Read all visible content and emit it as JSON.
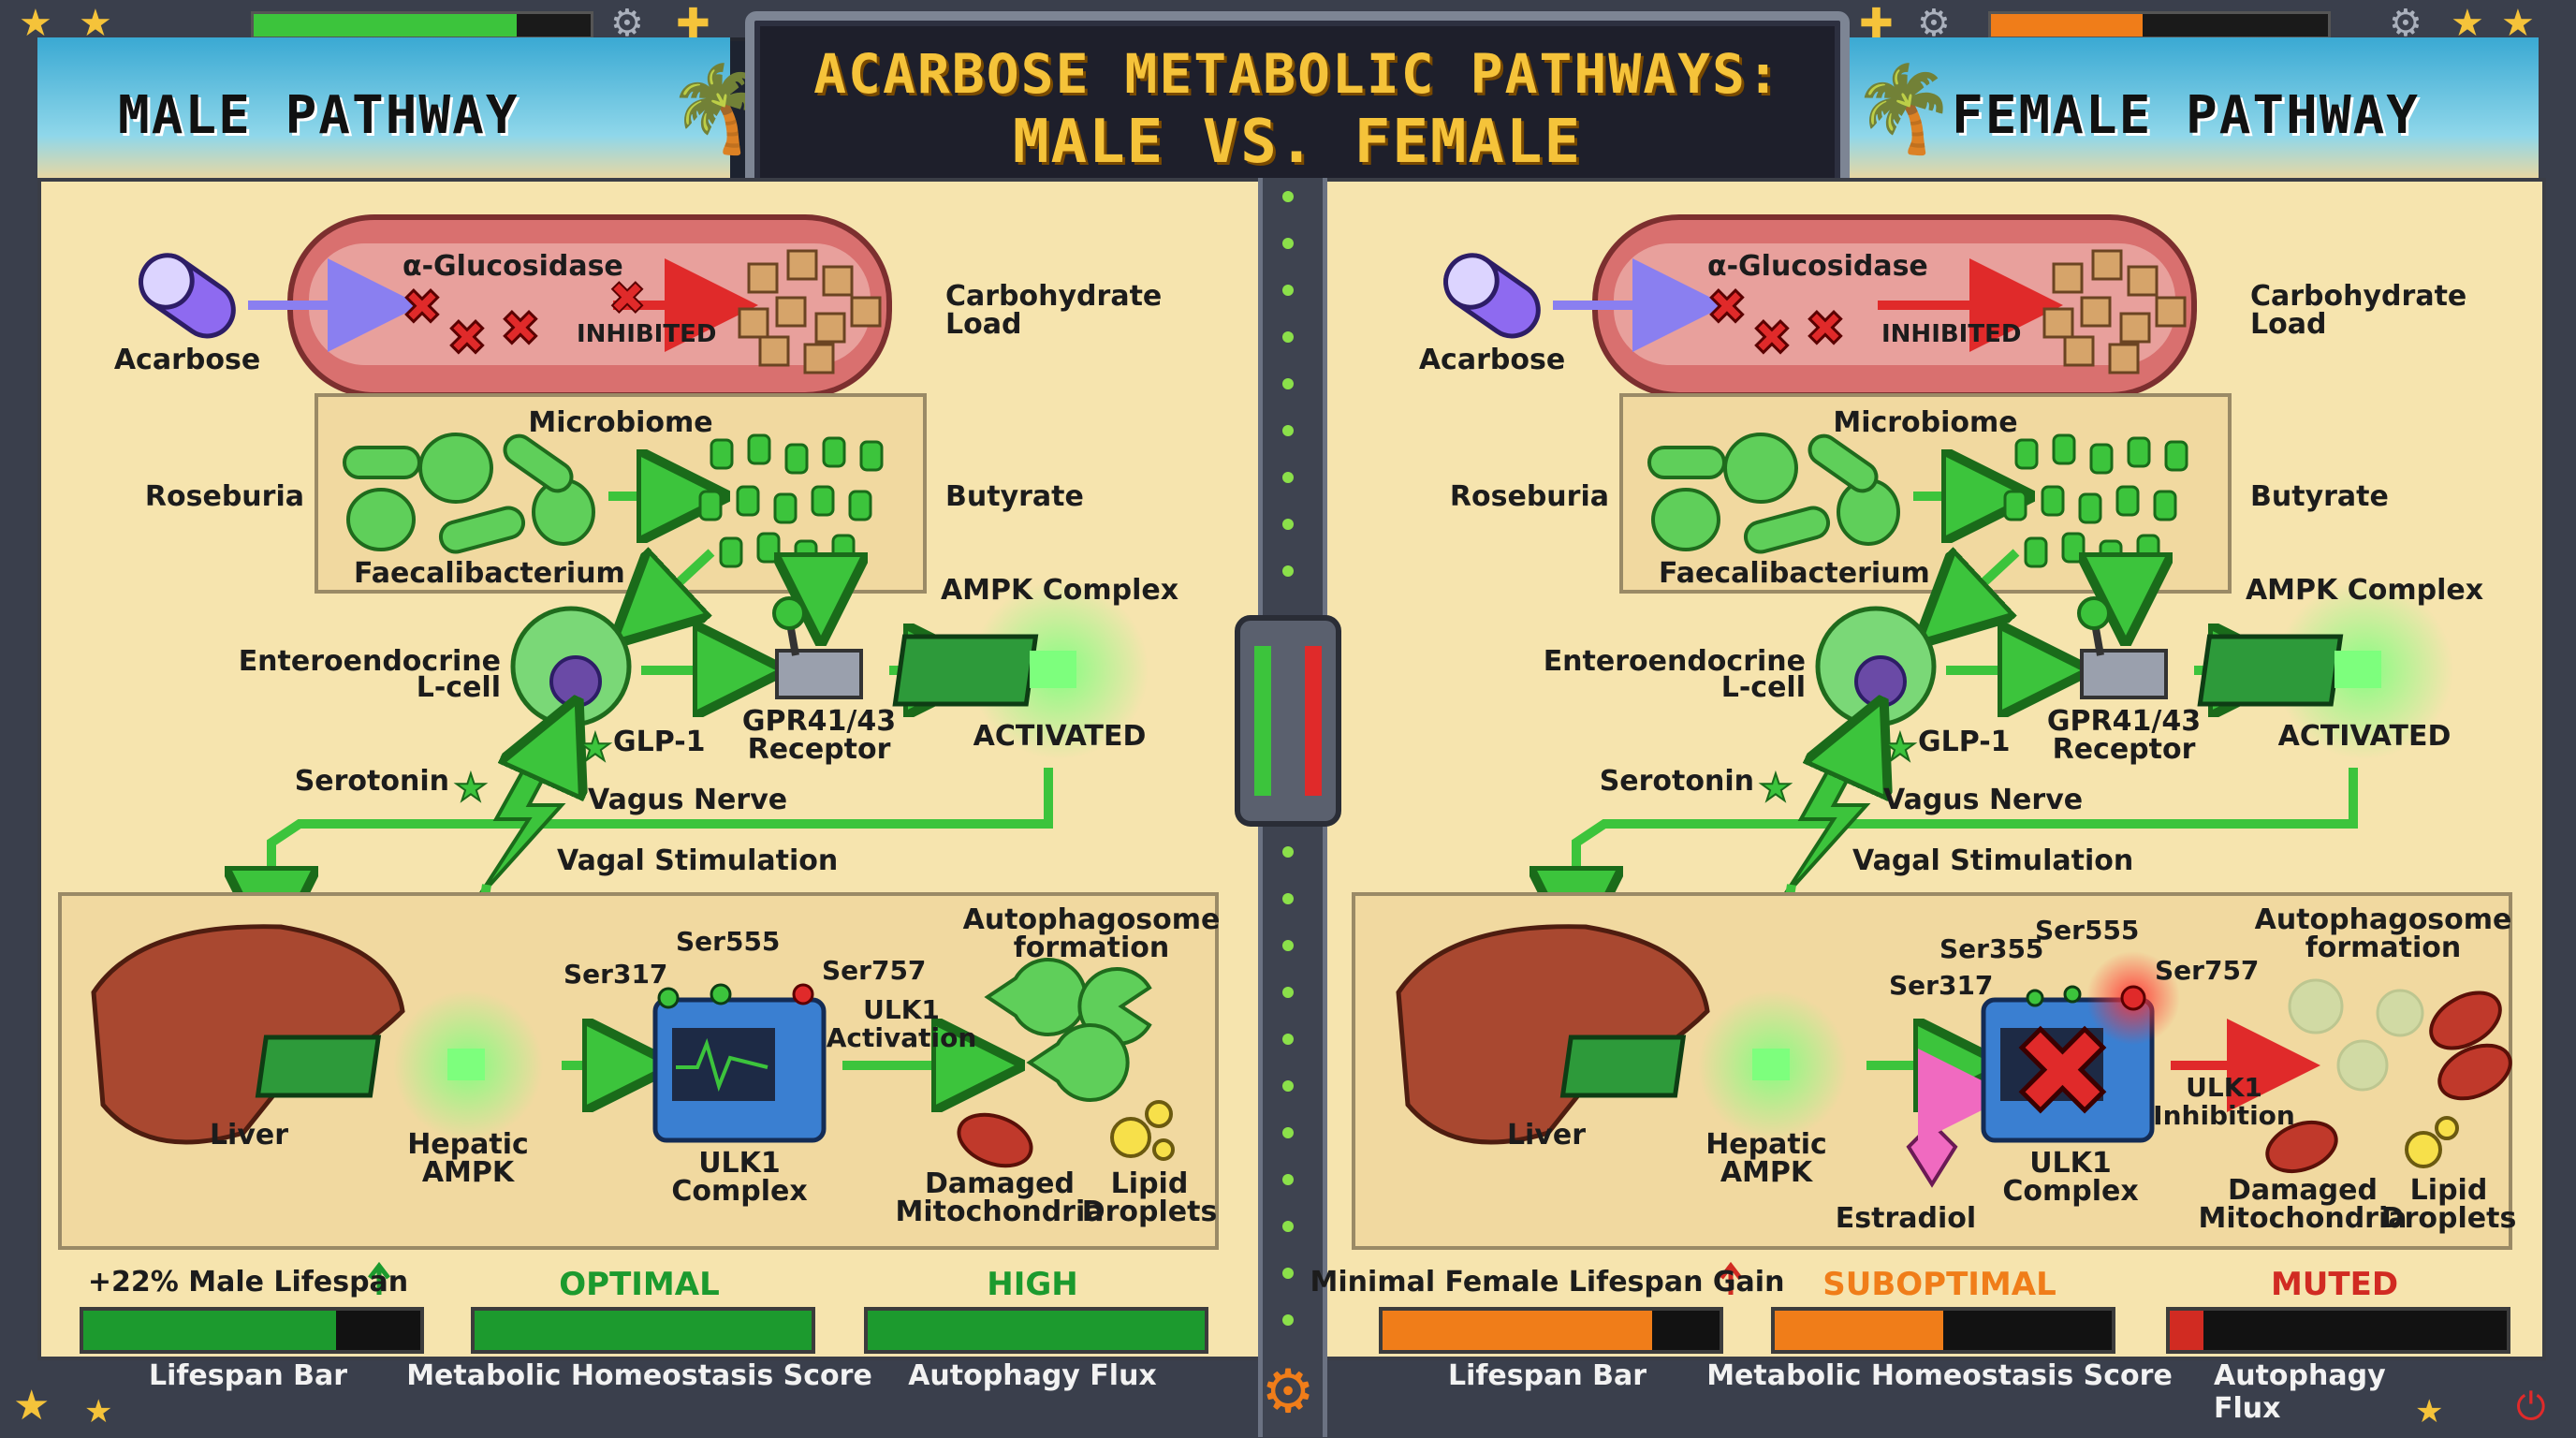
{
  "header": {
    "title_line1": "ACARBOSE METABOLIC PATHWAYS:",
    "title_line2": "MALE VS. FEMALE"
  },
  "male": {
    "heading": "MALE PATHWAY",
    "acarbose": "Acarbose",
    "enzyme": "α-Glucosidase",
    "inhibited": "INHIBITED",
    "carb_line1": "Carbohydrate",
    "carb_line2": "Load",
    "microbiome": "Microbiome",
    "roseburia": "Roseburia",
    "faecali": "Faecalibacterium",
    "butyrate": "Butyrate",
    "lcell_line1": "Enteroendocrine",
    "lcell_line2": "L-cell",
    "glp1": "GLP-1",
    "serotonin": "Serotonin",
    "gpr_line1": "GPR41/43",
    "gpr_line2": "Receptor",
    "ampk_complex": "AMPK Complex",
    "activated": "ACTIVATED",
    "vagus": "Vagus Nerve",
    "vagal": "Vagal Stimulation",
    "liver": "Liver",
    "hepatic_line1": "Hepatic",
    "hepatic_line2": "AMPK",
    "ser317": "Ser317",
    "ser555": "Ser555",
    "ser757": "Ser757",
    "ulk1_line1": "ULK1",
    "ulk1_line2": "Complex",
    "ulk1_act_line1": "ULK1",
    "ulk1_act_line2": "Activation",
    "auto_line1": "Autophagosome",
    "auto_line2": "formation",
    "mito_line1": "Damaged",
    "mito_line2": "Mitochondria",
    "lipid_line1": "Lipid",
    "lipid_line2": "Droplets",
    "metrics": [
      {
        "value": "+22% Male Lifespan",
        "caption": "Lifespan Bar",
        "fill": 0.75,
        "color": "#1c9a2e"
      },
      {
        "value": "OPTIMAL",
        "caption": "Metabolic Homeostasis Score",
        "fill": 1.0,
        "color": "#1c9a2e"
      },
      {
        "value": "HIGH",
        "caption": "Autophagy Flux",
        "fill": 1.0,
        "color": "#1c9a2e"
      }
    ]
  },
  "female": {
    "heading": "FEMALE PATHWAY",
    "acarbose": "Acarbose",
    "enzyme": "α-Glucosidase",
    "inhibited": "INHIBITED",
    "carb_line1": "Carbohydrate",
    "carb_line2": "Load",
    "microbiome": "Microbiome",
    "roseburia": "Roseburia",
    "faecali": "Faecalibacterium",
    "butyrate": "Butyrate",
    "lcell_line1": "Enteroendocrine",
    "lcell_line2": "L-cell",
    "glp1": "GLP-1",
    "serotonin": "Serotonin",
    "gpr_line1": "GPR41/43",
    "gpr_line2": "Receptor",
    "ampk_complex": "AMPK Complex",
    "activated": "ACTIVATED",
    "vagus": "Vagus Nerve",
    "vagal": "Vagal Stimulation",
    "liver": "Liver",
    "hepatic_line1": "Hepatic",
    "hepatic_line2": "AMPK",
    "ser355": "Ser355",
    "ser317": "Ser317",
    "ser555": "Ser555",
    "ser757": "Ser757",
    "estradiol": "Estradiol",
    "ulk1_line1": "ULK1",
    "ulk1_line2": "Complex",
    "ulk1_inh_line1": "ULK1",
    "ulk1_inh_line2": "Inhibition",
    "auto_line1": "Autophagosome",
    "auto_line2": "formation",
    "mito_line1": "Damaged",
    "mito_line2": "Mitochondria",
    "lipid_line1": "Lipid",
    "lipid_line2": "Droplets",
    "metrics": [
      {
        "value": "Minimal Female Lifespan Gain",
        "caption": "Lifespan Bar",
        "fill": 0.8,
        "color": "#f07d19"
      },
      {
        "value": "SUBOPTIMAL",
        "caption": "Metabolic Homeostasis Score",
        "fill": 0.5,
        "color": "#f07d19"
      },
      {
        "value": "MUTED",
        "caption": "Autophagy Flux",
        "fill": 0.1,
        "color": "#d12b22"
      }
    ]
  },
  "colors": {
    "arrow_green": "#3cc43c",
    "inhibit_red": "#e02a2a",
    "panel_bg": "#f6e4ae",
    "title_yellow": "#f5c33a"
  }
}
